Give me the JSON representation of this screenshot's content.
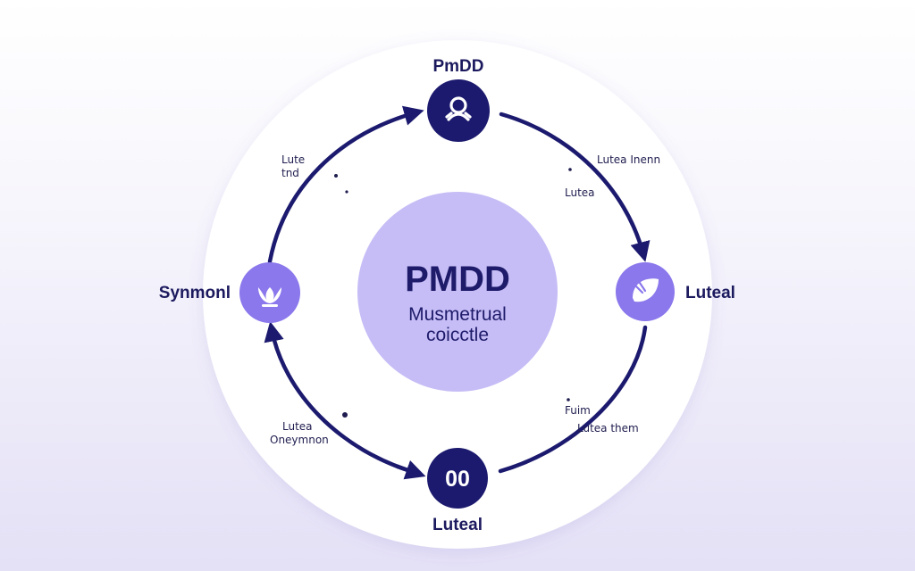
{
  "diagram": {
    "center": {
      "title": "PMDD",
      "subtitle_line1": "Musmetrual",
      "subtitle_line2": "coicctle"
    },
    "nodes": {
      "top": {
        "label": "PmDD",
        "icon": "loop-knot-icon"
      },
      "right": {
        "label": "Luteal",
        "icon": "leaf-hand-icon"
      },
      "bottom": {
        "label": "Luteal",
        "badge": "00"
      },
      "left": {
        "label": "Synmonl",
        "icon": "lotus-icon"
      }
    },
    "notes": {
      "upper_left_line1": "Lute",
      "upper_left_line2": "tnd",
      "upper_right_line1": "Lutea Inenn",
      "upper_right_line2": "Lutea",
      "lower_right_line1": "Fuim",
      "lower_right_line2": "Lutea them",
      "lower_left_line1": "Lutea",
      "lower_left_line2": "Oneymnon"
    },
    "colors": {
      "dark_navy": "#1c1a6e",
      "node_purple": "#8a78ec",
      "center_lavender": "#c6bdf6",
      "outer_ring": "#ffffff"
    }
  }
}
